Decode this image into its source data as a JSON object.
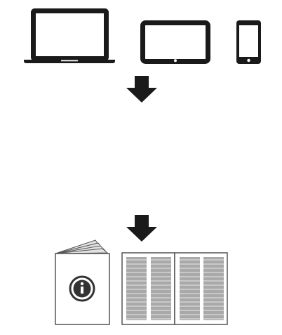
{
  "colors": {
    "ink": "#1a1a1a",
    "outline": "#555555",
    "column_fill": "#a9a9a9",
    "column_line": "#e6e6e6",
    "page_fill": "#ffffff",
    "cover_page_fill": "#e2e2e2"
  },
  "devices": [
    {
      "name": "laptop",
      "icon": "laptop-icon"
    },
    {
      "name": "tablet",
      "icon": "tablet-icon"
    },
    {
      "name": "smartphone",
      "icon": "smartphone-icon"
    }
  ],
  "arrows": [
    {
      "icon": "arrow-down-icon"
    },
    {
      "icon": "arrow-down-icon"
    }
  ],
  "publications": [
    {
      "name": "booklet",
      "icon": "info-booklet-icon"
    },
    {
      "name": "newspaper",
      "icon": "newspaper-spread-icon"
    }
  ]
}
